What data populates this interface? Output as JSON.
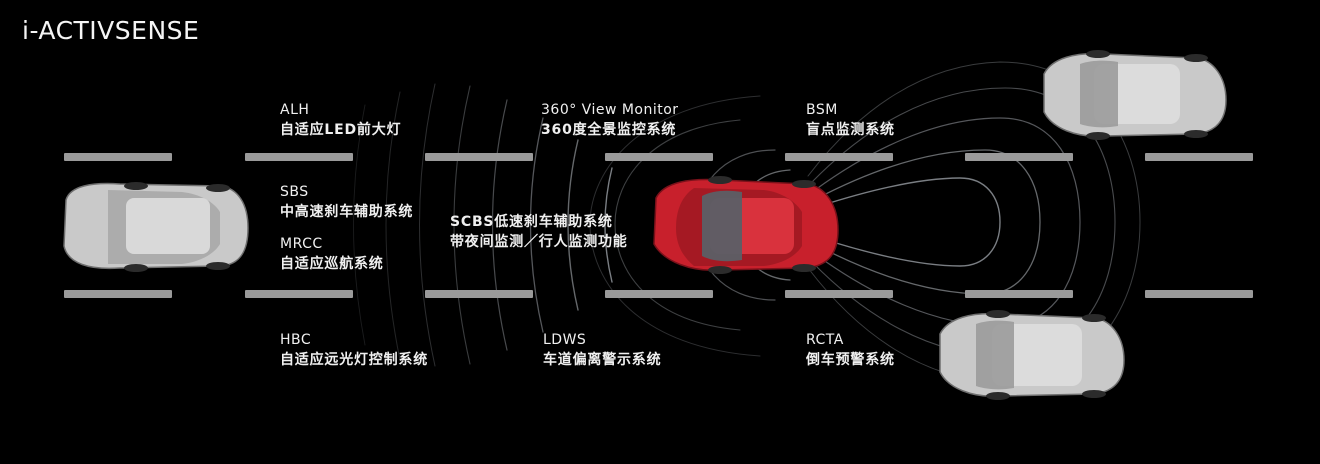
{
  "brand": "i-ACTIVSENSE",
  "features": {
    "alh": {
      "abbr": "ALH",
      "cn": "自适应LED前大灯"
    },
    "sbs": {
      "abbr": "SBS",
      "cn": "中高速刹车辅助系统"
    },
    "mrcc": {
      "abbr": "MRCC",
      "cn": "自适应巡航系统"
    },
    "scbs": {
      "line1": "SCBS低速刹车辅助系统",
      "cn": "带夜间监测／行人监测功能"
    },
    "view360": {
      "abbr": "360° View Monitor",
      "cn": "360度全景监控系统"
    },
    "bsm": {
      "abbr": "BSM",
      "cn": "盲点监测系统"
    },
    "hbc": {
      "abbr": "HBC",
      "cn": "自适应远光灯控制系统"
    },
    "ldws": {
      "abbr": "LDWS",
      "cn": "车道偏离警示系统"
    },
    "rcta": {
      "abbr": "RCTA",
      "cn": "倒车预警系统"
    }
  },
  "colors": {
    "background": "#000000",
    "lane": "#9a9a9a",
    "hero_car": "#c8202c",
    "other_cars": "#c9c9c9",
    "radar": "#dfe6ee"
  },
  "icons": {
    "hero_car": "red-suv-icon",
    "front_car": "gray-suv-icon",
    "blind_spot_car": "gray-suv-icon",
    "rear_cross_car": "gray-suv-icon"
  }
}
